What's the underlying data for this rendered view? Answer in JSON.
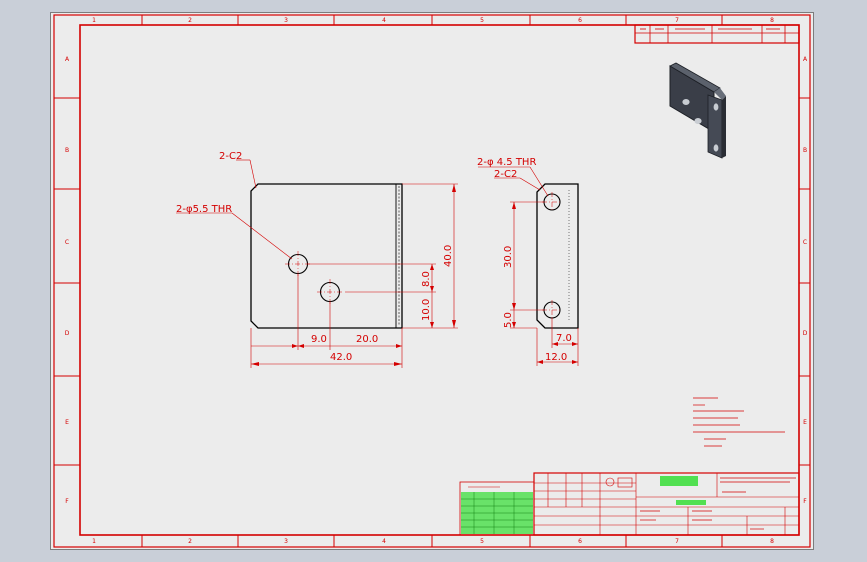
{
  "sheet": {
    "columns": [
      "1",
      "2",
      "3",
      "4",
      "5",
      "6",
      "7",
      "8"
    ],
    "rows": [
      "A",
      "B",
      "C",
      "D",
      "E",
      "F"
    ]
  },
  "front_view": {
    "chamfer_callout": "2-C2",
    "hole_callout": "2-φ5.5 THR",
    "dim_hole_spacing_v": "8.0",
    "dim_hole_bottom": "10.0",
    "dim_height": "40.0",
    "dim_hole_x1": "9.0",
    "dim_hole_pitch_x": "20.0",
    "dim_width": "42.0"
  },
  "side_view": {
    "hole_callout": "2-φ 4.5 THR",
    "chamfer_callout": "2-C2",
    "dim_hole_pitch": "30.0",
    "dim_hole_bottom": "5.0",
    "dim_hole_offset": "7.0",
    "dim_width": "12.0"
  },
  "colors": {
    "frame": "#d40000",
    "geometry": "#000000",
    "dimension": "#d40000",
    "title_green": "#00a000",
    "highlight_green": "#52e052",
    "part_shade": "#3a3e48"
  }
}
